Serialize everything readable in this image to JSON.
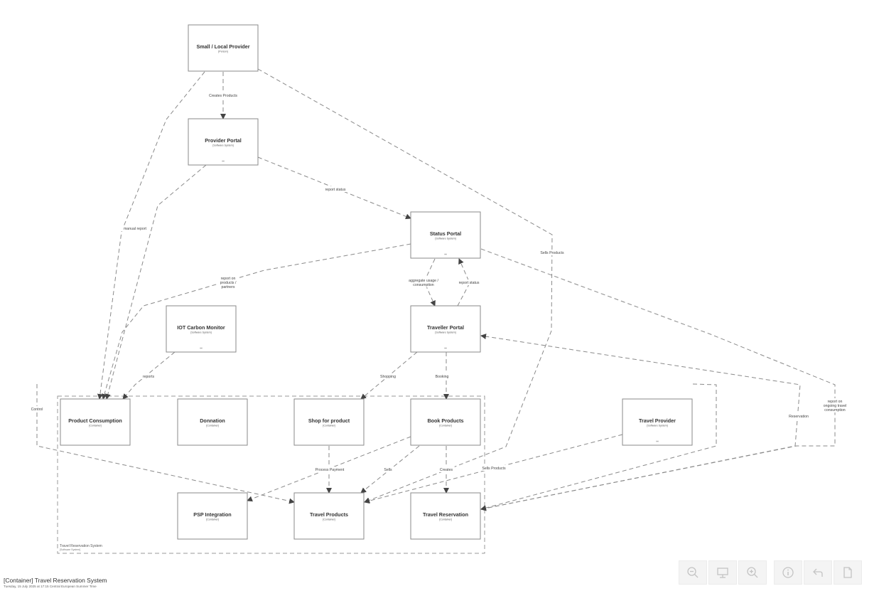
{
  "diagram": {
    "title": "[Container] Travel Reservation System",
    "subtitle": "Tuesday, 15 July 2025 at 17:15 Central European Summer Time",
    "boundary": {
      "name": "Travel Reservation System",
      "type": "[Software System]"
    },
    "nodes": [
      {
        "id": "small-local-provider",
        "name": "Small / Local Provider",
        "type": "[Person]",
        "icon": ""
      },
      {
        "id": "provider-portal",
        "name": "Provider Portal",
        "type": "[Software System]",
        "icon": "link-icon"
      },
      {
        "id": "status-portal",
        "name": "Status Portal",
        "type": "[Software System]",
        "icon": "link-icon"
      },
      {
        "id": "iot-carbon-monitor",
        "name": "IOT Carbon Monitor",
        "type": "[Software System]",
        "icon": "link-icon"
      },
      {
        "id": "traveller-portal",
        "name": "Traveller Portal",
        "type": "[Software System]",
        "icon": "link-icon"
      },
      {
        "id": "product-consumption",
        "name": "Product Consumption",
        "type": "[Container]",
        "icon": ""
      },
      {
        "id": "donnation",
        "name": "Donnation",
        "type": "[Container]",
        "icon": ""
      },
      {
        "id": "shop-for-product",
        "name": "Shop for product",
        "type": "[Container]",
        "icon": ""
      },
      {
        "id": "book-products",
        "name": "Book Products",
        "type": "[Container]",
        "icon": ""
      },
      {
        "id": "travel-provider",
        "name": "Travel Provider",
        "type": "[Software System]",
        "icon": "link-icon"
      },
      {
        "id": "psp-integration",
        "name": "PSP Integration",
        "type": "[Container]",
        "icon": ""
      },
      {
        "id": "travel-products",
        "name": "Travel Products",
        "type": "[Container]",
        "icon": ""
      },
      {
        "id": "travel-reservation",
        "name": "Travel Reservation",
        "type": "[Container]",
        "icon": ""
      }
    ],
    "edges": [
      {
        "id": "e1",
        "from": "small-local-provider",
        "to": "provider-portal",
        "label": [
          "Creates Products"
        ]
      },
      {
        "id": "e2",
        "from": "small-local-provider",
        "to": "product-consumption",
        "label": []
      },
      {
        "id": "e3",
        "from": "small-local-provider",
        "to": "travel-products",
        "label": [
          "Sells Products"
        ]
      },
      {
        "id": "e4",
        "from": "provider-portal",
        "to": "status-portal",
        "label": [
          "report status"
        ]
      },
      {
        "id": "e5",
        "from": "provider-portal",
        "to": "product-consumption",
        "label": [
          "manual report"
        ]
      },
      {
        "id": "e6",
        "from": "status-portal",
        "to": "product-consumption",
        "label": [
          "report on",
          "products /",
          "partners"
        ]
      },
      {
        "id": "e7",
        "from": "status-portal",
        "to": "traveller-portal",
        "label": [
          "aggregate usage /",
          "consumption"
        ]
      },
      {
        "id": "e8",
        "from": "traveller-portal",
        "to": "status-portal",
        "label": [
          "report status"
        ]
      },
      {
        "id": "e9",
        "from": "status-portal",
        "to": "travel-reservation",
        "label": [
          "report on",
          "ongoing travel",
          "consumption"
        ]
      },
      {
        "id": "e10",
        "from": "iot-carbon-monitor",
        "to": "product-consumption",
        "label": [
          "reports"
        ]
      },
      {
        "id": "e11",
        "from": "traveller-portal",
        "to": "shop-for-product",
        "label": [
          "Shopping"
        ]
      },
      {
        "id": "e12",
        "from": "traveller-portal",
        "to": "book-products",
        "label": [
          "Booking"
        ]
      },
      {
        "id": "e13",
        "from": "travel-reservation",
        "to": "traveller-portal",
        "label": [
          "Reservation"
        ]
      },
      {
        "id": "e14",
        "from": "shop-for-product",
        "to": "travel-products",
        "label": []
      },
      {
        "id": "e15",
        "from": "book-products",
        "to": "psp-integration",
        "label": [
          "Process Payment"
        ]
      },
      {
        "id": "e16",
        "from": "book-products",
        "to": "travel-products",
        "label": [
          "Sells"
        ]
      },
      {
        "id": "e17",
        "from": "book-products",
        "to": "travel-reservation",
        "label": [
          "Creates"
        ]
      },
      {
        "id": "e18",
        "from": "travel-provider",
        "to": "travel-products",
        "label": [
          "Sells Products"
        ]
      },
      {
        "id": "e19",
        "from": "travel-provider",
        "to": "travel-reservation",
        "label": []
      },
      {
        "id": "e20",
        "from": "travel-reservation",
        "to": "travel-products",
        "label": [
          "Control"
        ]
      }
    ]
  },
  "toolbar": [
    {
      "id": "zoom-out",
      "icon": "zoom-out-icon"
    },
    {
      "id": "presentation",
      "icon": "presentation-icon"
    },
    {
      "id": "zoom-in",
      "icon": "zoom-in-icon"
    },
    {
      "id": "info",
      "icon": "info-icon"
    },
    {
      "id": "back",
      "icon": "back-icon"
    },
    {
      "id": "export",
      "icon": "export-icon"
    }
  ],
  "colors": {
    "stroke": "#8a8a8a",
    "text": "#333333",
    "toolbar_bg": "#f4f4f4"
  }
}
